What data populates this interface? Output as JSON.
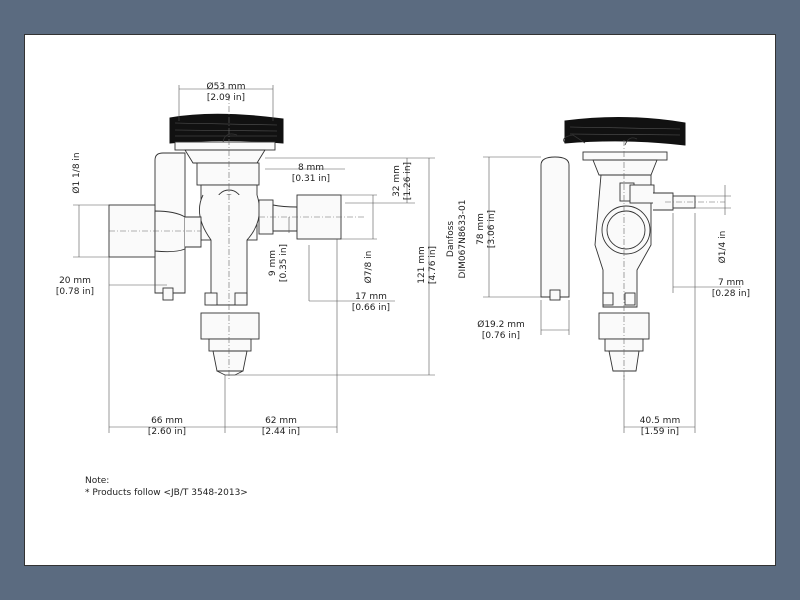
{
  "dimensions": {
    "head_diameter_mm": "Ø53 mm",
    "head_diameter_in": "[2.09 in]",
    "inlet_8_mm": "8 mm",
    "inlet_8_in": "[0.31 in]",
    "height_32_mm": "32 mm",
    "height_32_in": "[1.26 in]",
    "pipe_1_1_8": "Ø1 1/8 in",
    "offset_20_mm": "20 mm",
    "offset_20_in": "[0.78 in]",
    "height_9_mm": "9 mm",
    "height_9_in": "[0.35 in]",
    "pipe_7_8": "Ø7/8 in",
    "len_17_mm": "17 mm",
    "len_17_in": "[0.66 in]",
    "height_121_mm": "121 mm",
    "height_121_in": "[4.76 in]",
    "width_66_mm": "66 mm",
    "width_66_in": "[2.60 in]",
    "width_62_mm": "62 mm",
    "width_62_in": "[2.44 in]",
    "height_78_mm": "78 mm",
    "height_78_in": "[3.06 in]",
    "bulb_19_2_mm": "Ø19.2 mm",
    "bulb_19_2_in": "[0.76 in]",
    "pipe_1_4": "Ø1/4 in",
    "len_7_mm": "7 mm",
    "len_7_in": "[0.28 in]",
    "width_40_5_mm": "40.5 mm",
    "width_40_5_in": "[1.59 in]"
  },
  "brand_line1": "Danfoss",
  "brand_line2": "DIM067N8633-01",
  "note_title": "Note:",
  "note_text": "* Products follow <JB/T 3548-2013>"
}
